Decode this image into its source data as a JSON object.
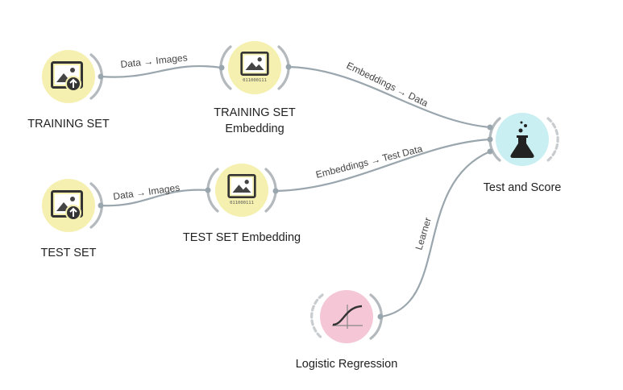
{
  "nodes": {
    "training_set": {
      "title": "TRAINING SET",
      "icon": "image-upload-icon",
      "color": "#f5f0b0"
    },
    "training_embedding": {
      "title_line1": "TRAINING SET",
      "title_line2": "Embedding",
      "icon": "image-embedding-icon",
      "binary": "011000111",
      "color": "#f5f0b0"
    },
    "test_set": {
      "title": "TEST SET",
      "icon": "image-upload-icon",
      "color": "#f5f0b0"
    },
    "test_embedding": {
      "title": "TEST SET Embedding",
      "icon": "image-embedding-icon",
      "binary": "011000111",
      "color": "#f5f0b0"
    },
    "test_and_score": {
      "title": "Test and Score",
      "icon": "flask-icon",
      "color": "#c9eff2"
    },
    "logistic_regression": {
      "title": "Logistic Regression",
      "icon": "sigmoid-curve-icon",
      "color": "#f4c6d6"
    }
  },
  "links": {
    "training_to_embedding": "Data → Images",
    "training_embedding_to_score": "Embeddings → Data",
    "test_to_embedding": "Data → Images",
    "test_embedding_to_score": "Embeddings → Test Data",
    "logreg_to_score": "Learner"
  }
}
